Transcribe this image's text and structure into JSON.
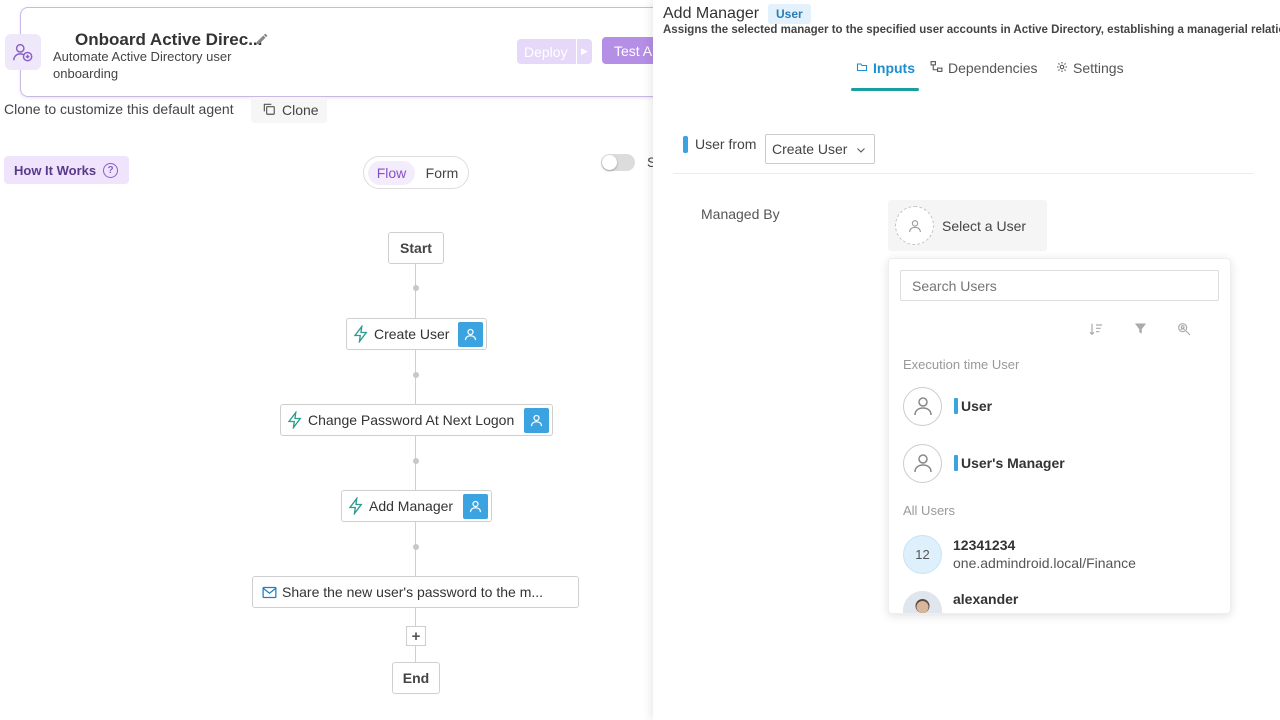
{
  "agent": {
    "title": "Onboard Active Direc...",
    "description": "Automate Active Directory user onboarding",
    "deploy_label": "Deploy",
    "test_label": "Test A",
    "clone_note": "Clone to customize this default agent",
    "clone_label": "Clone",
    "how_it_works_label": "How It Works",
    "view_toggle": {
      "flow": "Flow",
      "form": "Form",
      "active": "Flow"
    },
    "switch_letter": "S"
  },
  "flow": {
    "start": "Start",
    "end": "End",
    "nodes": [
      {
        "label": "Create User",
        "icon": "bolt-icon"
      },
      {
        "label": "Change Password At Next Logon",
        "icon": "bolt-icon"
      },
      {
        "label": "Add Manager",
        "icon": "bolt-icon"
      },
      {
        "label": "Share the new user's password to the m...",
        "icon": "mail-icon"
      }
    ]
  },
  "panel": {
    "title": "Add Manager",
    "badge": "User",
    "description": "Assigns the selected manager to the specified user accounts in Active Directory, establishing a managerial relationship.",
    "tabs": [
      {
        "label": "Inputs",
        "icon": "folder-icon",
        "active": true
      },
      {
        "label": "Dependencies",
        "icon": "hierarchy-icon",
        "active": false
      },
      {
        "label": "Settings",
        "icon": "gear-icon",
        "active": false
      }
    ],
    "user_from_label": "User from",
    "user_from_value": "Create User",
    "managed_by_label": "Managed By",
    "select_user_label": "Select a User",
    "dropdown": {
      "search_placeholder": "Search Users",
      "execution_label": "Execution time User",
      "execution_users": [
        "User",
        "User's Manager"
      ],
      "all_users_label": "All Users",
      "users": [
        {
          "initials": "12",
          "name": "12341234",
          "sub": "one.admindroid.local/Finance"
        },
        {
          "initials": "",
          "name": "alexander",
          "sub": ""
        }
      ]
    }
  },
  "colors": {
    "accent": "#3aa3e0",
    "tab_underline": "#1a9fa0",
    "purple": "#b58ee6"
  }
}
